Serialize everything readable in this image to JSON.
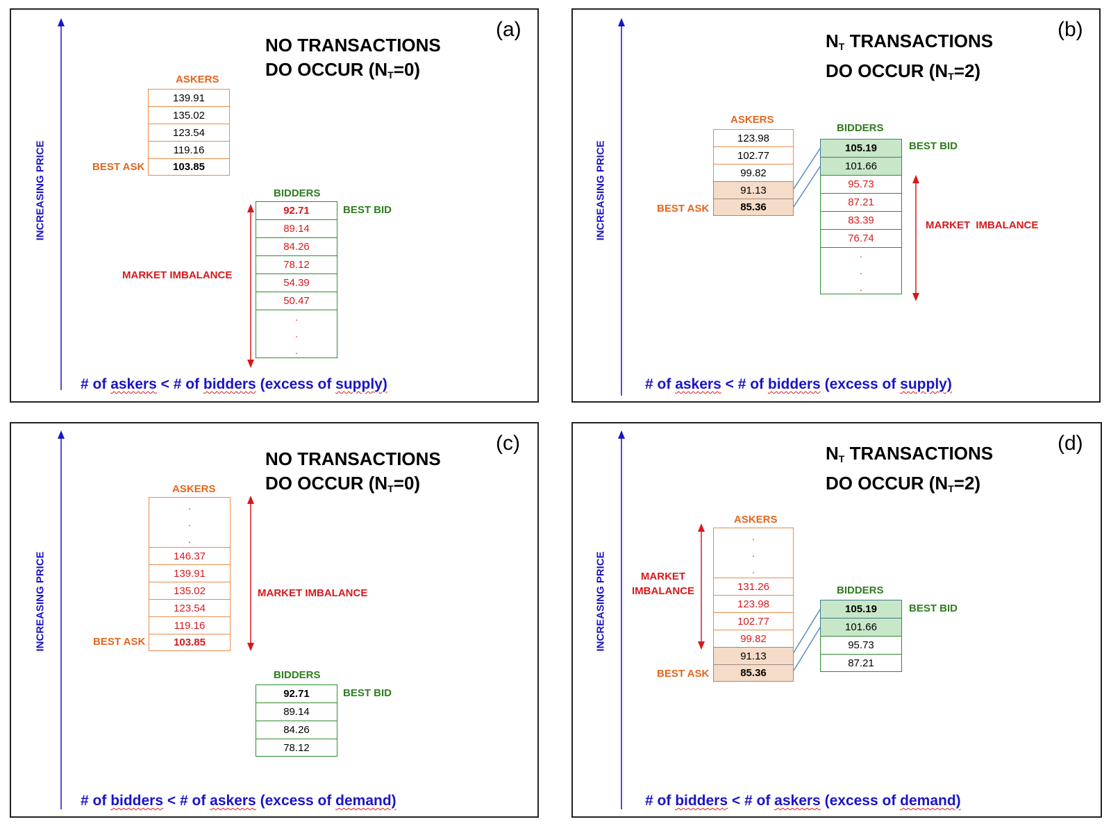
{
  "labels": {
    "askers": "ASKERS",
    "bidders": "BIDDERS",
    "best_ask": "BEST ASK",
    "best_bid": "BEST BID",
    "market_imbalance": "MARKET IMBALANCE",
    "market_imbalance_line1": "MARKET",
    "market_imbalance_line2": "IMBALANCE",
    "increasing_price": "INCREASING PRICE",
    "dot": "."
  },
  "panels": {
    "a": {
      "label": "(a)",
      "title_line1": "NO TRANSACTIONS",
      "title_line2_pre": "DO OCCUR (N",
      "title_sub": "T",
      "title_line2_post": "=0)",
      "asks": [
        "139.91",
        "135.02",
        "123.54",
        "119.16",
        "103.85"
      ],
      "bids": [
        "92.71",
        "89.14",
        "84.26",
        "78.12",
        "54.39",
        "50.47"
      ],
      "footer": {
        "w1": "# of",
        "w2": "askers",
        "w3": "< # of",
        "w4": "bidders",
        "w5": "(excess of",
        "w6": "supply)"
      }
    },
    "b": {
      "label": "(b)",
      "title_line1_pre": "N",
      "title_line1_sub": "T",
      "title_line1_post": " TRANSACTIONS",
      "title_line2_pre": "DO OCCUR (N",
      "title_sub": "T",
      "title_line2_post": "=2)",
      "asks": [
        "123.98",
        "102.77",
        "99.82",
        "91.13",
        "85.36"
      ],
      "bids": [
        "105.19",
        "101.66",
        "95.73",
        "87.21",
        "83.39",
        "76.74"
      ],
      "footer": {
        "w1": "# of",
        "w2": "askers",
        "w3": "< # of",
        "w4": "bidders",
        "w5": "(excess of",
        "w6": "supply)"
      }
    },
    "c": {
      "label": "(c)",
      "title_line1": "NO TRANSACTIONS",
      "title_line2_pre": "DO OCCUR (N",
      "title_sub": "T",
      "title_line2_post": "=0)",
      "asks": [
        "146.37",
        "139.91",
        "135.02",
        "123.54",
        "119.16",
        "103.85"
      ],
      "bids": [
        "92.71",
        "89.14",
        "84.26",
        "78.12"
      ],
      "footer": {
        "w1": "# of",
        "w2": "bidders",
        "w3": "< # of",
        "w4": "askers",
        "w5": "(excess of",
        "w6": "demand)"
      }
    },
    "d": {
      "label": "(d)",
      "title_line1_pre": "N",
      "title_line1_sub": "T",
      "title_line1_post": " TRANSACTIONS",
      "title_line2_pre": "DO OCCUR (N",
      "title_sub": "T",
      "title_line2_post": "=2)",
      "asks": [
        "131.26",
        "123.98",
        "102.77",
        "99.82",
        "91.13",
        "85.36"
      ],
      "bids": [
        "105.19",
        "101.66",
        "95.73",
        "87.21"
      ],
      "footer": {
        "w1": "# of",
        "w2": "bidders",
        "w3": "< # of",
        "w4": "askers",
        "w5": "(excess of",
        "w6": "demand)"
      }
    }
  },
  "colors": {
    "askers": "#e3651e",
    "bidders": "#2e7d1e",
    "imbalance": "#d7191c",
    "axis": "#1a14c8"
  }
}
